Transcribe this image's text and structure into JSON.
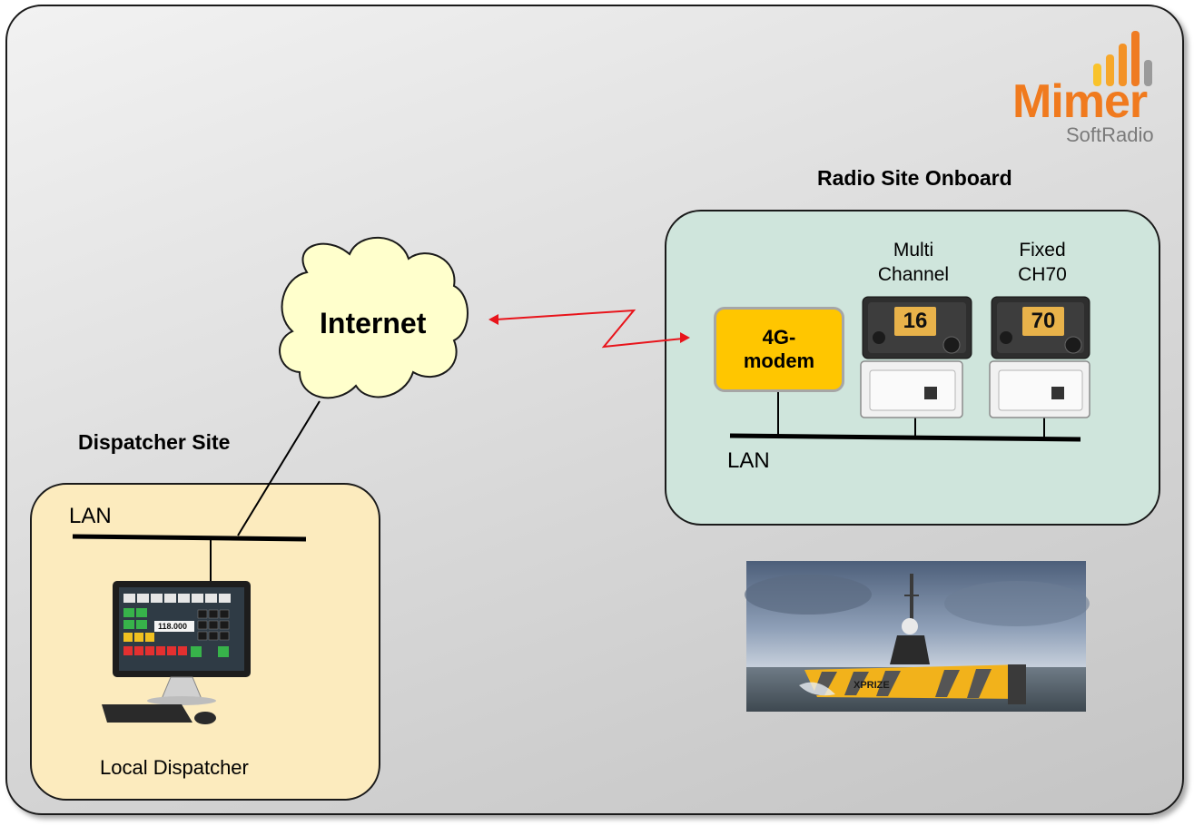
{
  "logo": {
    "brand": "Mimer",
    "sub": "SoftRadio"
  },
  "radio_site": {
    "title": "Radio Site Onboard",
    "modem_label": "4G-\nmodem",
    "lan_label": "LAN",
    "radios": [
      {
        "caption": "Multi\nChannel",
        "display": "16"
      },
      {
        "caption": "Fixed\nCH70",
        "display": "70"
      }
    ]
  },
  "cloud": {
    "label": "Internet"
  },
  "dispatcher_site": {
    "title": "Dispatcher Site",
    "lan_label": "LAN",
    "screen_value": "118.000",
    "caption": "Local Dispatcher"
  },
  "photo": {
    "hull_text": "XPRIZE"
  },
  "colors": {
    "link": "#e8141b",
    "modem": "#ffc600",
    "radio_site_bg": "#cfe5dc",
    "dispatch_bg": "#fcebbe",
    "logo_orange": "#f07a1e"
  }
}
